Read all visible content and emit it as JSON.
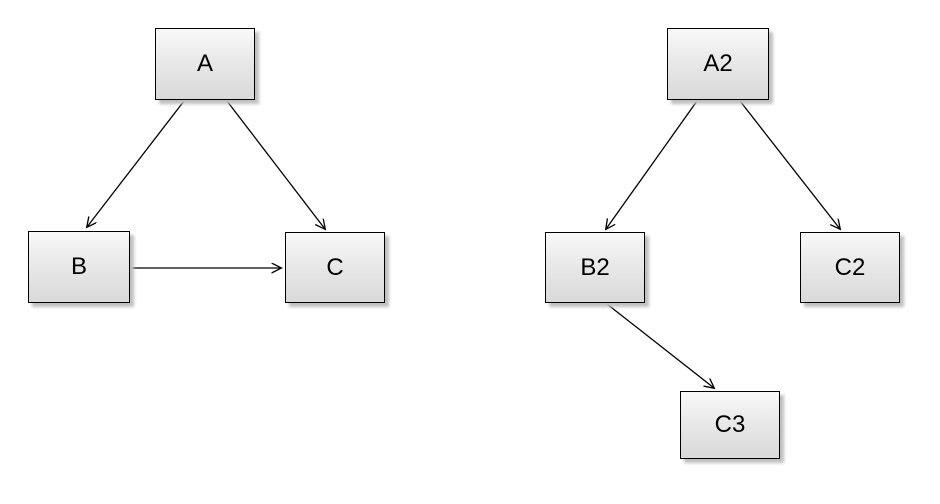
{
  "left_graph": {
    "nodes": [
      {
        "id": "A",
        "label": "A"
      },
      {
        "id": "B",
        "label": "B"
      },
      {
        "id": "C",
        "label": "C"
      }
    ],
    "edges": [
      {
        "from": "A",
        "to": "B"
      },
      {
        "from": "A",
        "to": "C"
      },
      {
        "from": "B",
        "to": "C"
      }
    ]
  },
  "right_graph": {
    "nodes": [
      {
        "id": "A2",
        "label": "A2"
      },
      {
        "id": "B2",
        "label": "B2"
      },
      {
        "id": "C2",
        "label": "C2"
      },
      {
        "id": "C3",
        "label": "C3"
      }
    ],
    "edges": [
      {
        "from": "A2",
        "to": "B2"
      },
      {
        "from": "A2",
        "to": "C2"
      },
      {
        "from": "B2",
        "to": "C3"
      }
    ]
  },
  "colors": {
    "node_fill_top": "#f9f9f9",
    "node_fill_bottom": "#d9d9d9",
    "node_border": "#000000",
    "edge": "#000000",
    "shadow": "#bfbfbf",
    "background": "#ffffff"
  }
}
